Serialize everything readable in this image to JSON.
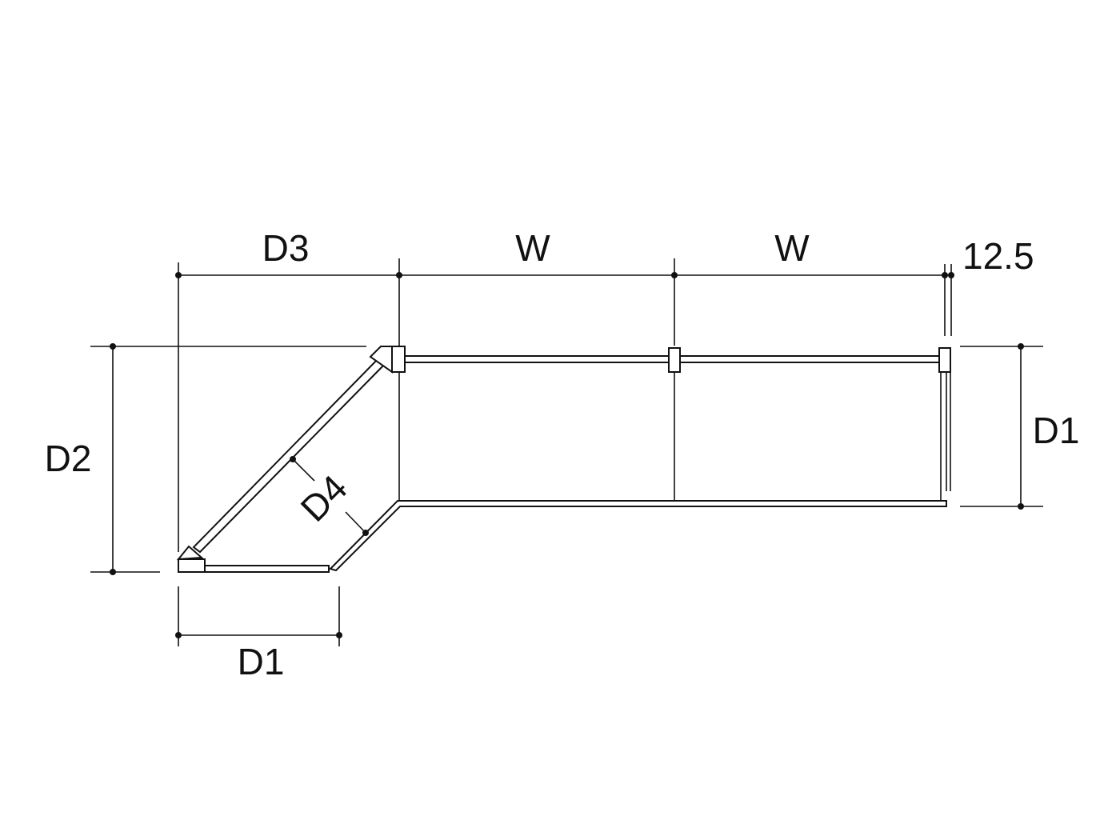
{
  "diagram": {
    "labels": {
      "top_d3": "D3",
      "top_w1": "W",
      "top_w2": "W",
      "top_offset": "12.5",
      "left_d2": "D2",
      "right_d1": "D1",
      "bottom_d1": "D1",
      "diag_d4": "D4"
    },
    "line_color": "#111111",
    "background": "#ffffff"
  }
}
